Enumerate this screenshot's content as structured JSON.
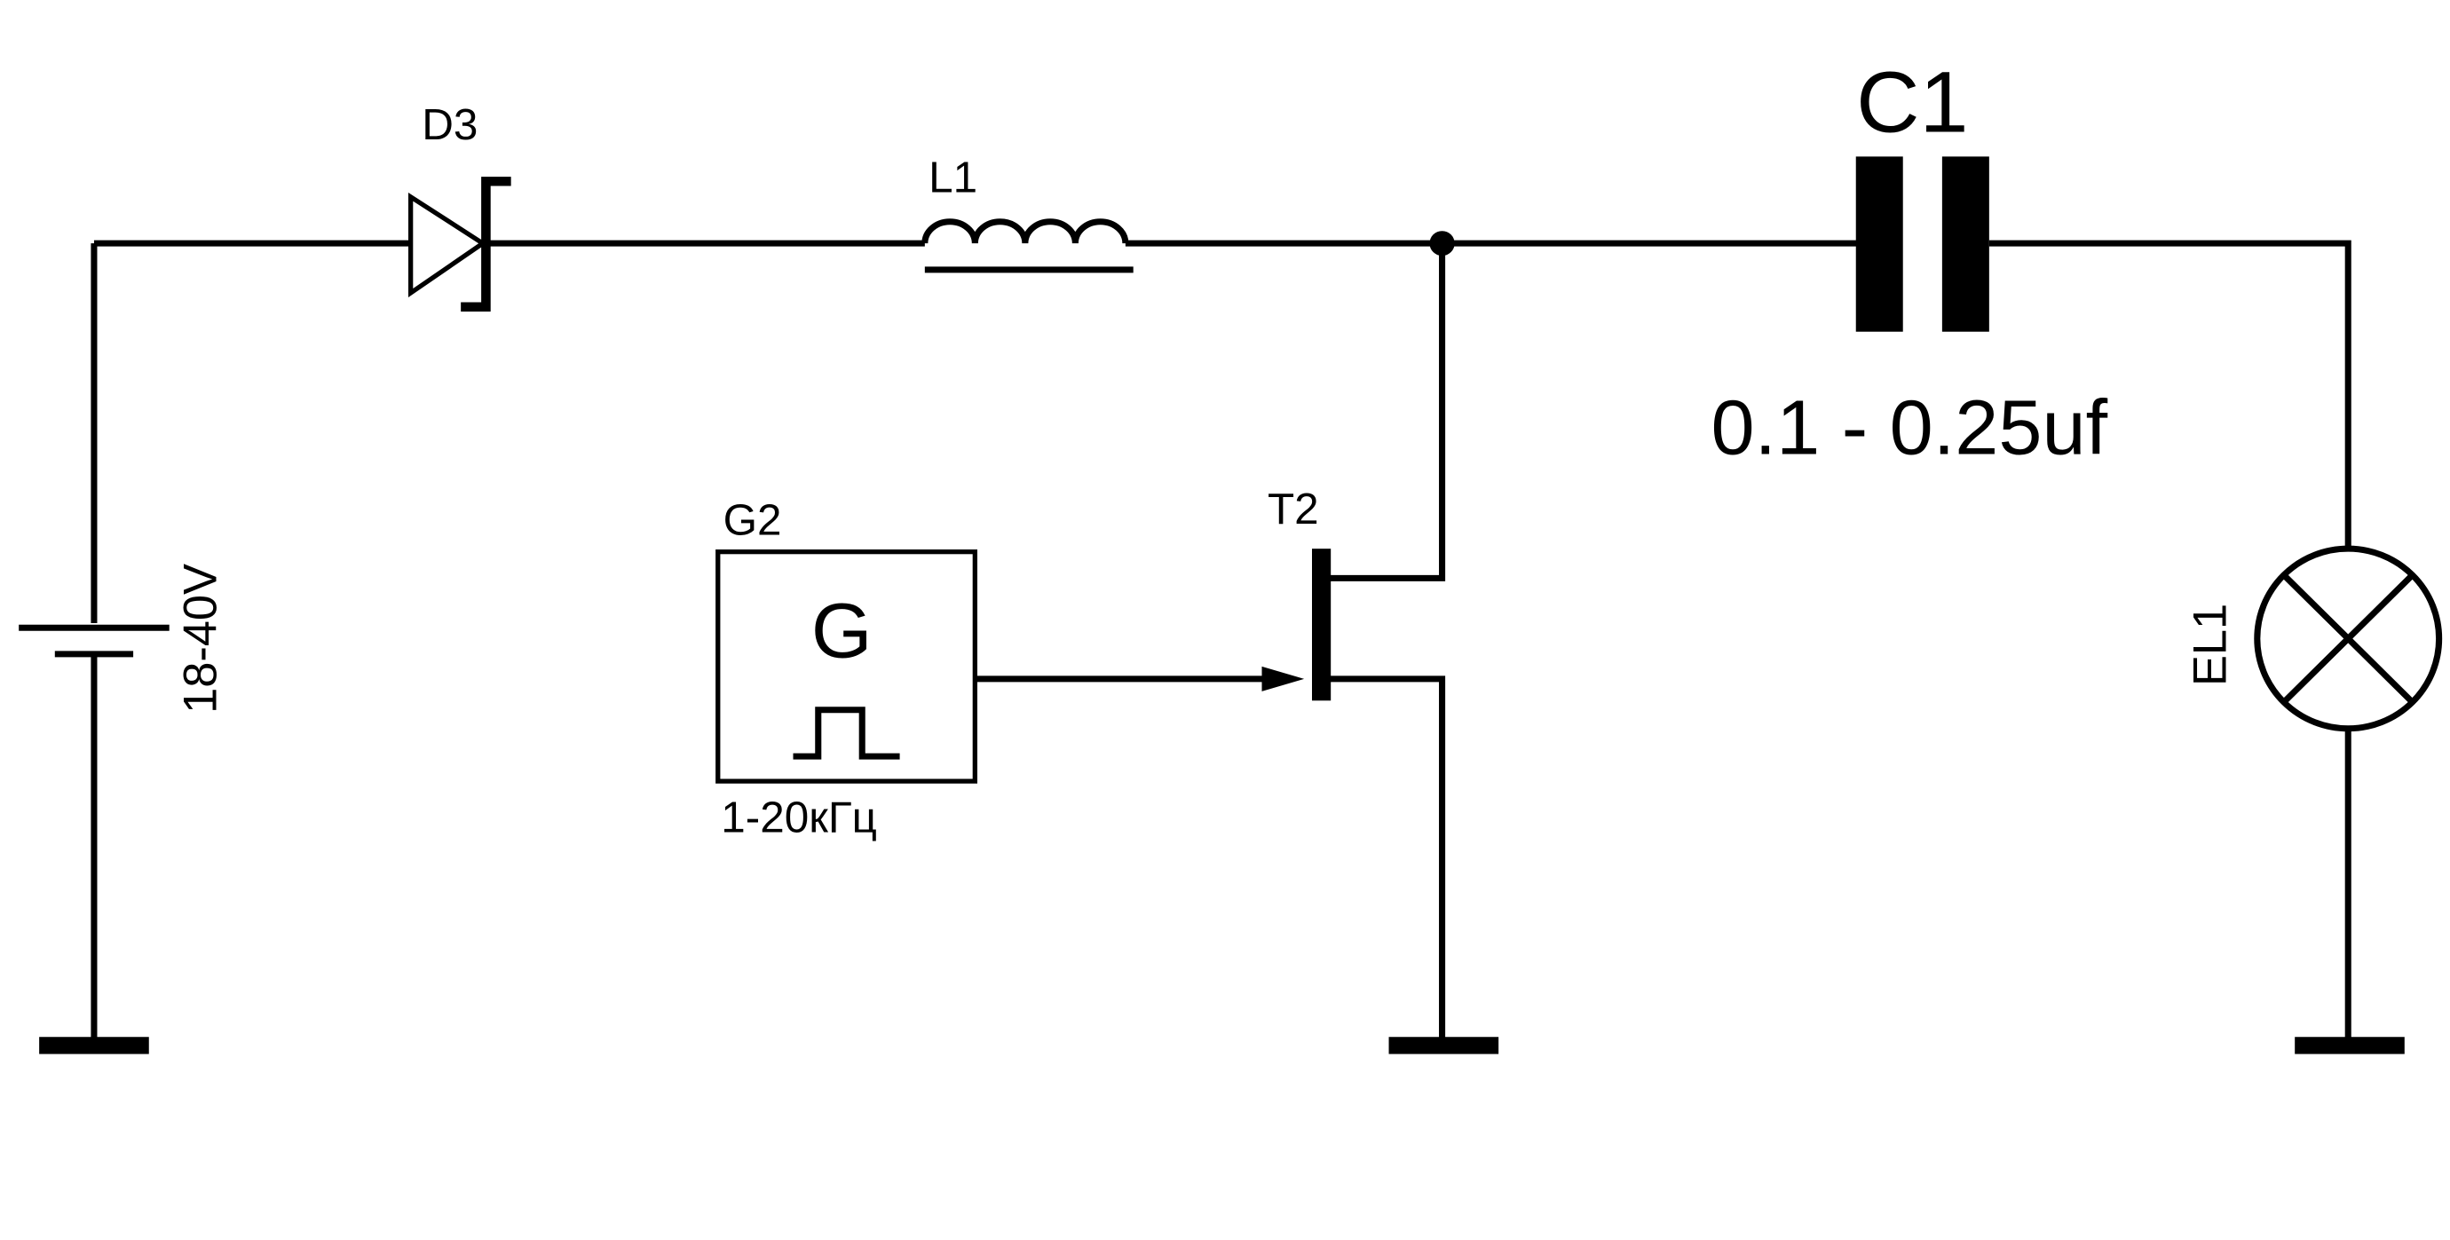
{
  "diagram": {
    "type": "circuit-schematic",
    "components": {
      "battery": {
        "designator": "",
        "value": "18-40V"
      },
      "diode": {
        "designator": "D3"
      },
      "inductor": {
        "designator": "L1"
      },
      "capacitor": {
        "designator": "C1",
        "value": "0.1 - 0.25uf"
      },
      "generator": {
        "designator": "G2",
        "symbol": "G",
        "value": "1-20кГц"
      },
      "transistor": {
        "designator": "T2"
      },
      "lamp": {
        "designator": "EL1"
      }
    }
  }
}
